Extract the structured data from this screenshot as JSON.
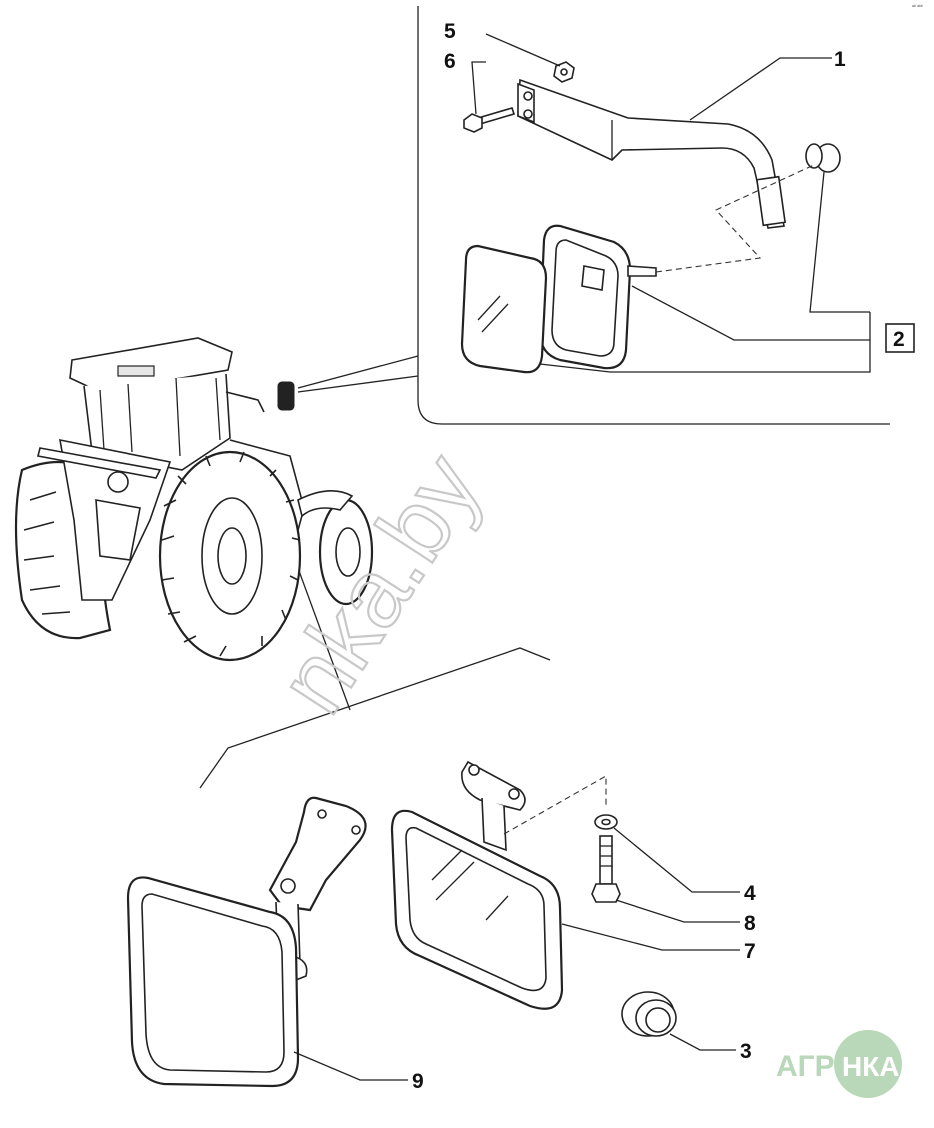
{
  "callouts": {
    "c1": "1",
    "c2": "2",
    "c3": "3",
    "c4": "4",
    "c5": "5",
    "c6": "6",
    "c7": "7",
    "c8": "8",
    "c9": "9"
  },
  "watermark": "nka.by",
  "corner_code": "ᵃᵇ ᵃᵇᵇ",
  "logo": {
    "left": "АГРО",
    "right": "НКА"
  },
  "colors": {
    "line": "#222222",
    "watermark": "#c8c8c8",
    "logo": "#b9d7b9"
  }
}
